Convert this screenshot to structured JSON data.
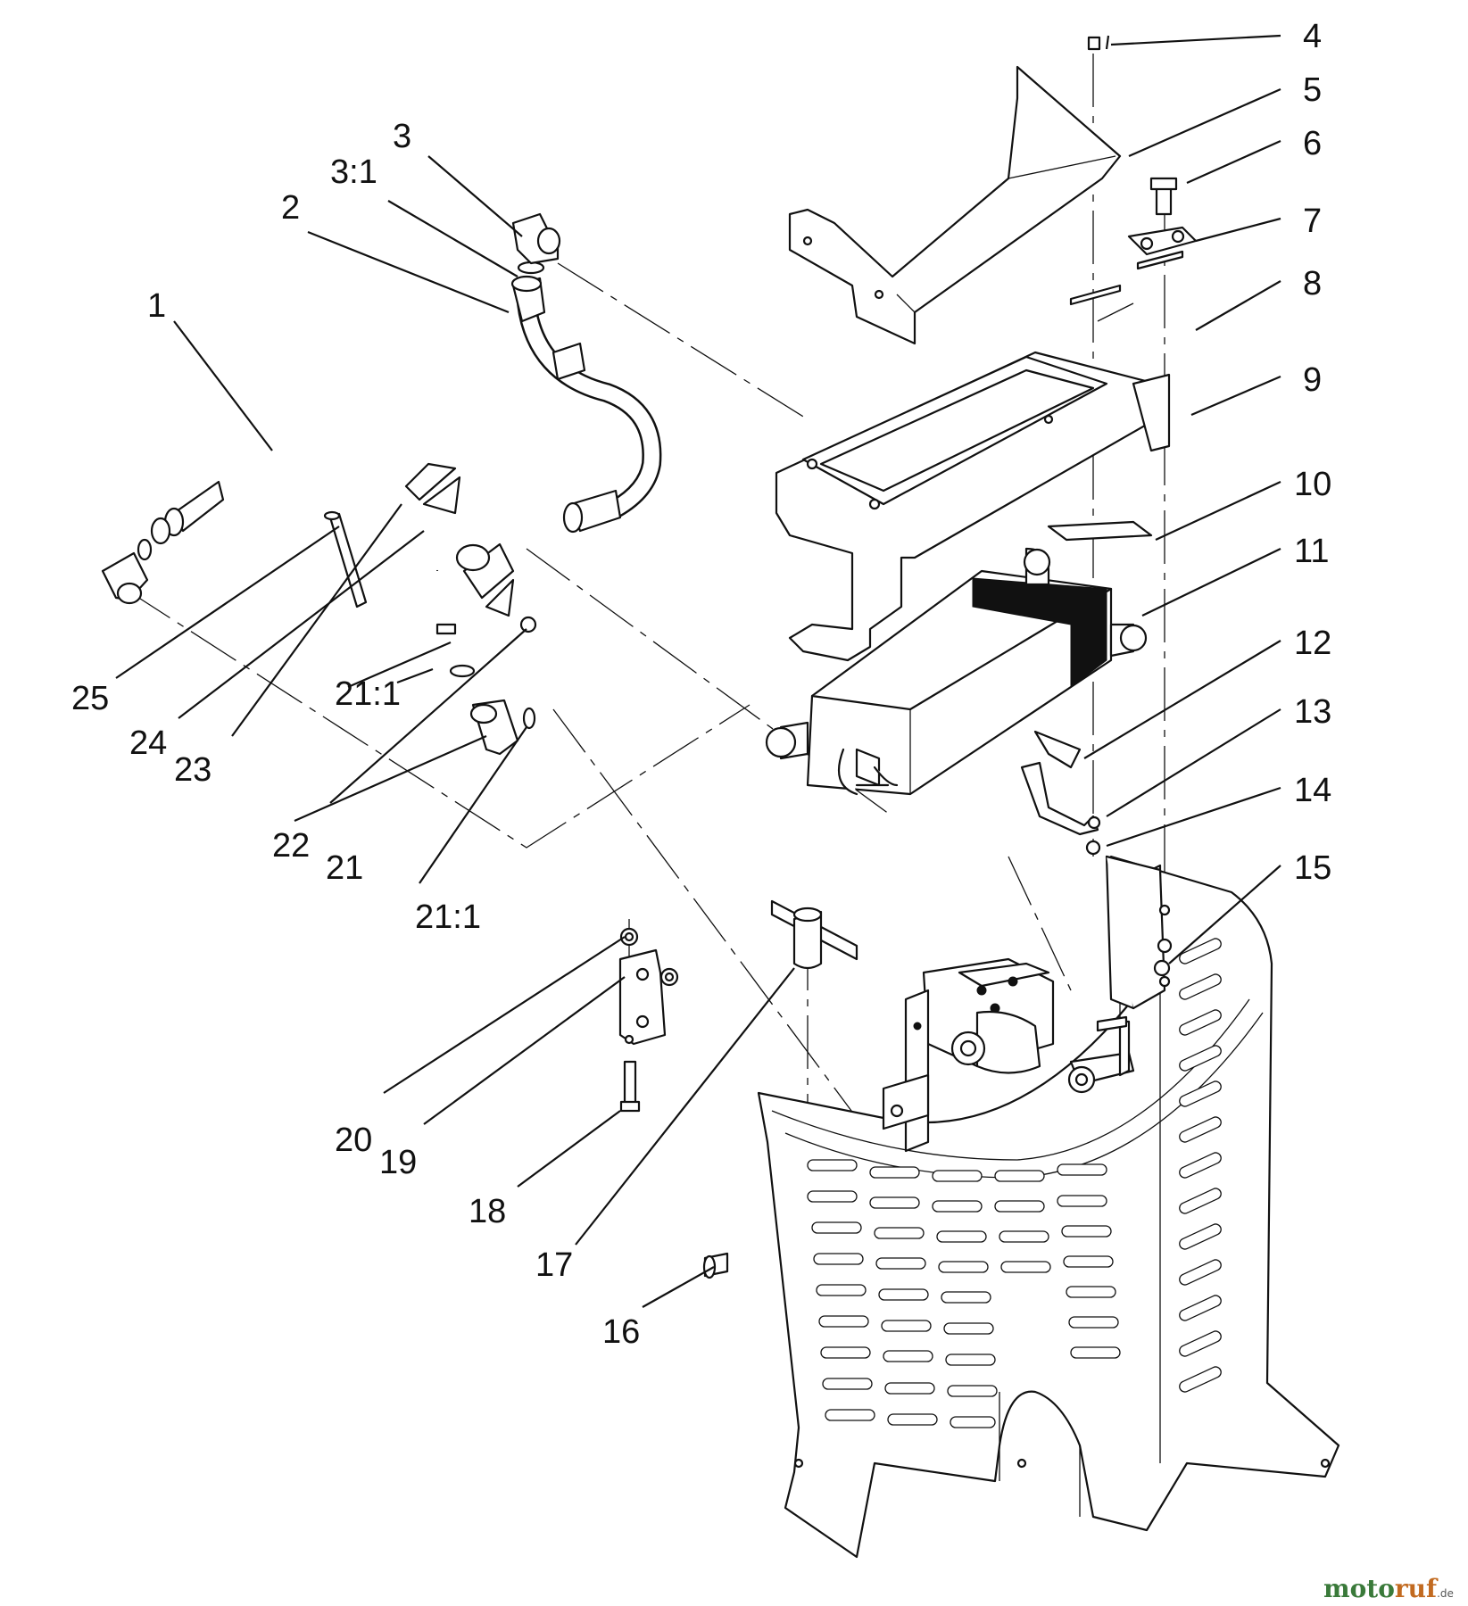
{
  "callouts": [
    "1",
    "2",
    "3",
    "3:1",
    "4",
    "5",
    "6",
    "7",
    "8",
    "9",
    "10",
    "11",
    "12",
    "13",
    "14",
    "15",
    "16",
    "17",
    "18",
    "19",
    "20",
    "21",
    "21:1",
    "21:1",
    "22",
    "23",
    "24",
    "25"
  ],
  "watermark": {
    "part1": "moto",
    "part2": "ruf",
    "suffix": ".de"
  }
}
